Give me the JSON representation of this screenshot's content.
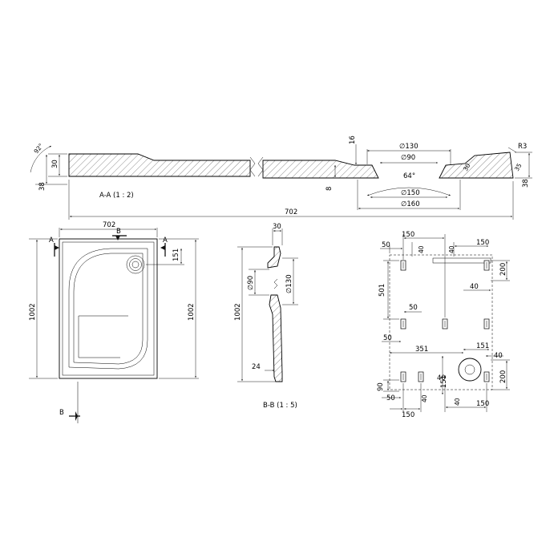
{
  "section_aa": {
    "title": "A-A  (1 : 2)",
    "angle_left": "92°",
    "thickness": "30",
    "height_left": "38",
    "height_right": "38",
    "step_top": "16",
    "step_bottom": "8",
    "drain_outer_top": "∅130",
    "drain_inner_top": "∅90",
    "drain_angle": "64°",
    "drain_mid": "∅150",
    "drain_bottom": "∅160",
    "radius": "R3",
    "lip_a": "30",
    "lip_b": "35",
    "total_length": "702"
  },
  "plan_view": {
    "width": "702",
    "height_left": "1002",
    "height_right": "1002",
    "drain_offset": "151",
    "marker_a": "A",
    "marker_b": "B"
  },
  "section_bb": {
    "title": "B-B  (1 : 5)",
    "top_width": "30",
    "drain_inner": "∅90",
    "drain_outer": "∅130",
    "height": "1002",
    "bottom_thickness": "24"
  },
  "bottom_view": {
    "top_span": "150",
    "top_left": "50",
    "top_small_1": "40",
    "top_small_2": "40",
    "top_right_span": "150",
    "right_upper": "200",
    "right_upper_small": "40",
    "left_height": "501",
    "mid_left_50": "50",
    "mid_left_50b": "50",
    "mid_span": "351",
    "drain_offset": "151",
    "drain_small": "40",
    "drain_small_b": "40",
    "lower_mid": "151",
    "right_lower": "200",
    "left_lower": "90",
    "bottom_left_50": "50",
    "bottom_small_1": "40",
    "bottom_small_2": "40",
    "bottom_left_span": "150",
    "bottom_right_span": "150"
  }
}
